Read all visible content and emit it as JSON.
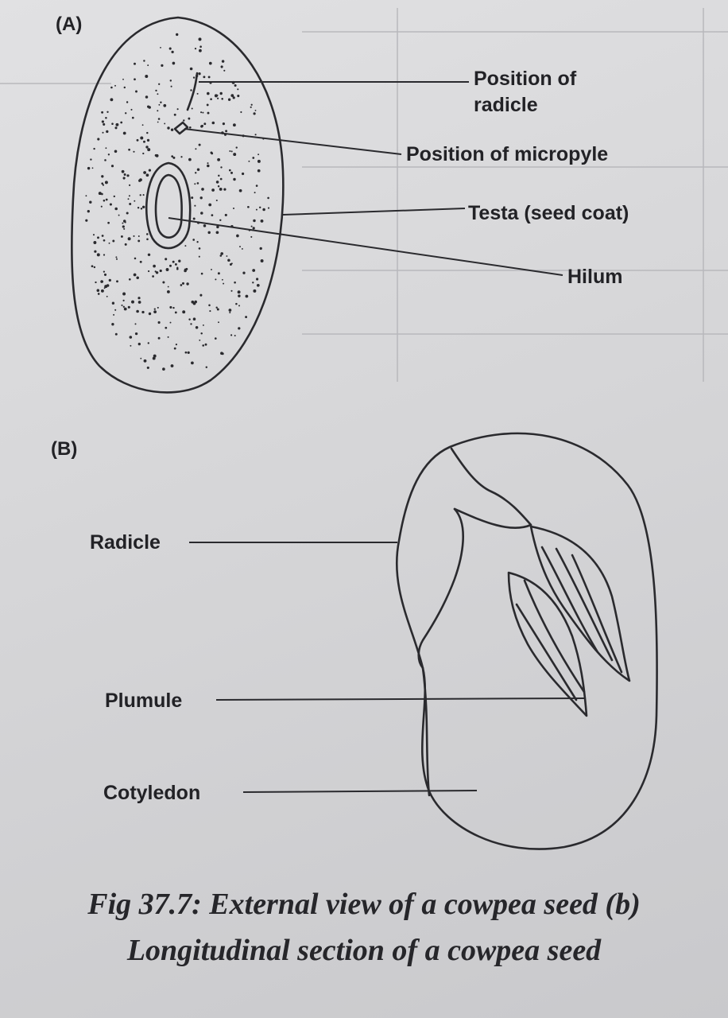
{
  "figure": {
    "panel_a": {
      "tag": "(A)",
      "labels": {
        "radicle_line1": "Position of",
        "radicle_line2": "radicle",
        "micropyle": "Position of micropyle",
        "testa": "Testa (seed coat)",
        "hilum": "Hilum"
      }
    },
    "panel_b": {
      "tag": "(B)",
      "labels": {
        "radicle": "Radicle",
        "plumule": "Plumule",
        "cotyledon": "Cotyledon"
      }
    },
    "caption": {
      "line1": "Fig 37.7: External view of a cowpea seed (b)",
      "line2": "Longitudinal section of a cowpea seed"
    }
  },
  "colors": {
    "ink": "#2a2a2e",
    "paper": "#d9d9db"
  }
}
